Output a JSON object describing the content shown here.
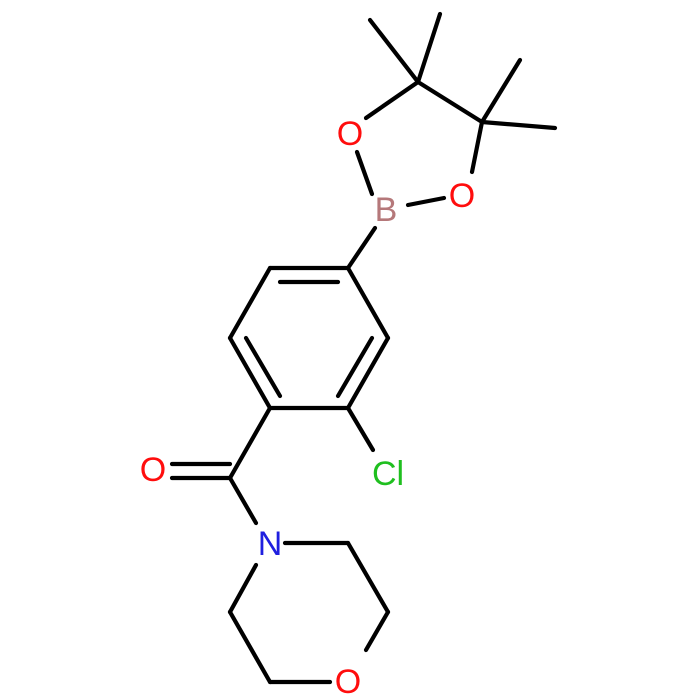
{
  "atoms": {
    "O1": {
      "symbol": "O",
      "color": "#ff0d0d"
    },
    "O2": {
      "symbol": "O",
      "color": "#ff0d0d"
    },
    "B": {
      "symbol": "B",
      "color": "#b5787a"
    },
    "Cl": {
      "symbol": "Cl",
      "color": "#1fbf1f"
    },
    "O3": {
      "symbol": "O",
      "color": "#ff0d0d"
    },
    "N": {
      "symbol": "N",
      "color": "#1f1fdf"
    },
    "O4": {
      "symbol": "O",
      "color": "#ff0d0d"
    }
  },
  "colors": {
    "bond": "#000000",
    "background": "#ffffff"
  }
}
